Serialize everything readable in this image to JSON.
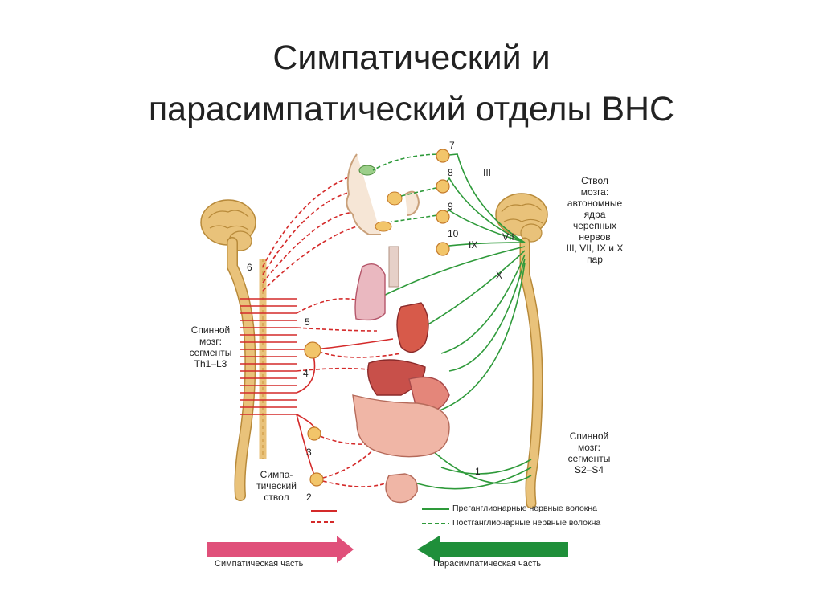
{
  "title": {
    "line1": "Симпатический и",
    "line2": "парасимпатический отделы ВНС"
  },
  "labels": {
    "brainstem": [
      "Ствол",
      "мозга:",
      "автономные",
      "ядра",
      "черепных",
      "нервов",
      "III, VII, IX и X",
      "пар"
    ],
    "spinal_left": [
      "Спинной",
      "мозг:",
      "сегменты"
    ],
    "spinal_left_segments": "Th1–L3",
    "spinal_right": [
      "Спинной",
      "мозг:",
      "сегменты"
    ],
    "spinal_right_segments": "S2–S4",
    "sympathetic_trunk": [
      "Симпа-",
      "тический",
      "ствол"
    ]
  },
  "numbers": [
    "1",
    "2",
    "3",
    "4",
    "5",
    "6",
    "7",
    "8",
    "9",
    "10"
  ],
  "cranial_nerves": [
    "III",
    "VII",
    "IX",
    "X"
  ],
  "legend": {
    "preganglionic": "Преганглионарные нервные волокна",
    "postganglionic": "Постганглионарные нервные волокна"
  },
  "arrows": {
    "sympathetic": "Симпатическая часть",
    "parasympathetic": "Парасимпатическая часть"
  },
  "colors": {
    "sympathetic": "#d42a2a",
    "parasympathetic": "#2e9a3a",
    "sympathetic_arrow": "#e0507a",
    "parasympathetic_arrow": "#1f8f3a",
    "spine": "#e9c27a"
  }
}
